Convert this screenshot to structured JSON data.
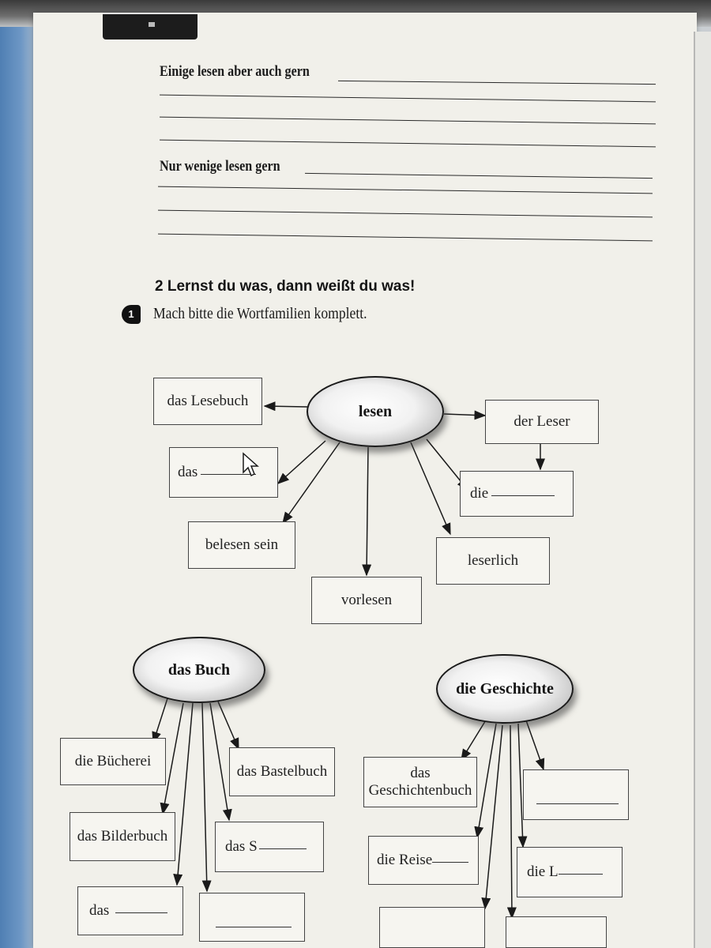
{
  "questions": {
    "q1_prompt": "Einige lesen aber auch gern",
    "q2_prompt": "Nur wenige lesen gern"
  },
  "section": {
    "title": "2 Lernst du was, dann weißt du was!",
    "task_number": "1",
    "instruction": "Mach bitte die Wortfamilien komplett."
  },
  "lesen_map": {
    "center": "lesen",
    "boxes": {
      "lesebuch": "das Lesebuch",
      "leser": "der Leser",
      "das": "das",
      "die": "die",
      "belesen": "belesen sein",
      "leserlich": "leserlich",
      "vorlesen": "vorlesen"
    }
  },
  "buch_map": {
    "center": "das Buch",
    "boxes": {
      "buecherei": "die Bücherei",
      "bastelbuch": "das Bastelbuch",
      "bilderbuch": "das Bilderbuch",
      "das_s": "das S",
      "das": "das"
    }
  },
  "geschichte_map": {
    "center": "die Geschichte",
    "boxes": {
      "geschichtenbuch_line1": "das",
      "geschichtenbuch_line2": "Geschichtenbuch",
      "reise": "die Reise",
      "die_l": "die L"
    }
  }
}
